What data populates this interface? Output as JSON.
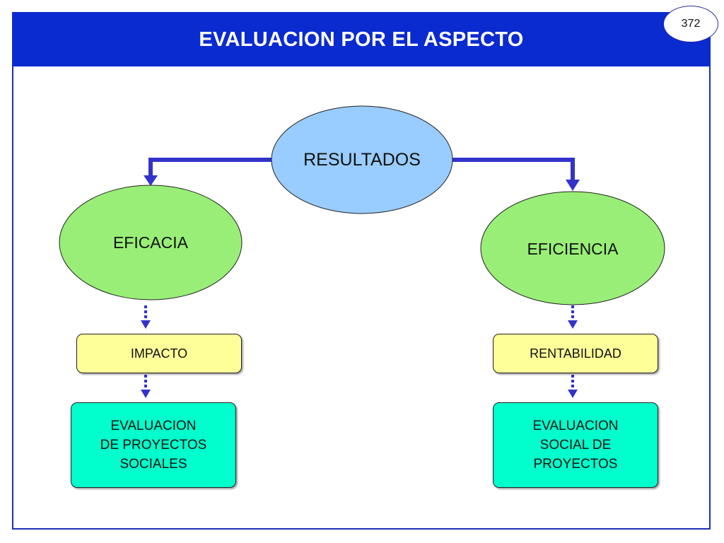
{
  "header": {
    "title": "EVALUACION POR EL ASPECTO",
    "page_number": "372"
  },
  "diagram": {
    "root": "RESULTADOS",
    "left": {
      "node": "EFICACIA",
      "box": "IMPACTO",
      "result": "EVALUACION\nDE PROYECTOS\nSOCIALES"
    },
    "right": {
      "node": "EFICIENCIA",
      "box": "RENTABILIDAD",
      "result": "EVALUACION\nSOCIAL DE\nPROYECTOS"
    }
  },
  "colors": {
    "header_bg": "#0a2bd0",
    "frame": "#1e2fb8",
    "connector": "#3333cc",
    "root_fill": "#99ccff",
    "branch_fill": "#99ee77",
    "box_fill": "#ffff99",
    "result_fill": "#00ffcc"
  }
}
